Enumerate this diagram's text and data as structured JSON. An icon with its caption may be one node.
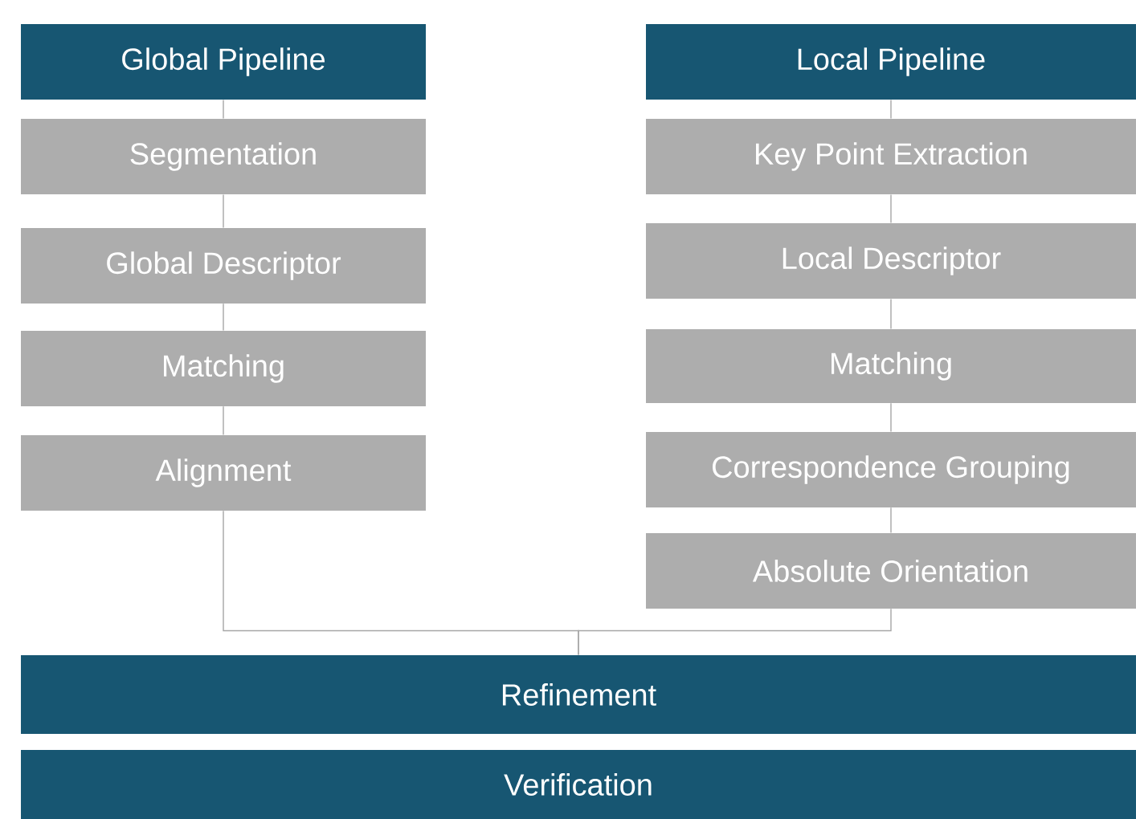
{
  "diagram": {
    "nodes": [
      {
        "text": [
          "Global Pipeline"
        ]
      },
      {
        "text": [
          "Local Pipeline"
        ]
      },
      {
        "text": [
          "Segmentation"
        ]
      },
      {
        "text": [
          "Key Point Extraction"
        ]
      },
      {
        "text": [
          "Global Descriptor"
        ]
      },
      {
        "text": [
          "Local Descriptor"
        ]
      },
      {
        "text": [
          "Matching"
        ]
      },
      {
        "text": [
          "Matching"
        ]
      },
      {
        "text": [
          "Alignment"
        ]
      },
      {
        "text": [
          "Correspondence Grouping"
        ]
      },
      {
        "text": [
          "Absolute Orientation"
        ]
      },
      {
        "text": [
          "Refinement"
        ]
      },
      {
        "text": [
          "Verification"
        ]
      }
    ],
    "edges": [
      {
        "from": 0,
        "to": 2,
        "arrow": "none"
      },
      {
        "from": 2,
        "to": 4,
        "arrow": "none"
      },
      {
        "from": 4,
        "to": 6,
        "arrow": "none"
      },
      {
        "from": 6,
        "to": 8,
        "arrow": "none"
      },
      {
        "from": 1,
        "to": 3,
        "arrow": "none"
      },
      {
        "from": 3,
        "to": 5,
        "arrow": "none"
      },
      {
        "from": 5,
        "to": 7,
        "arrow": "none"
      },
      {
        "from": 7,
        "to": 9,
        "arrow": "none"
      },
      {
        "from": 9,
        "to": 10,
        "arrow": "none"
      },
      {
        "from": 8,
        "to": 11,
        "arrow": "none"
      },
      {
        "from": 10,
        "to": 11,
        "arrow": "none"
      }
    ]
  }
}
